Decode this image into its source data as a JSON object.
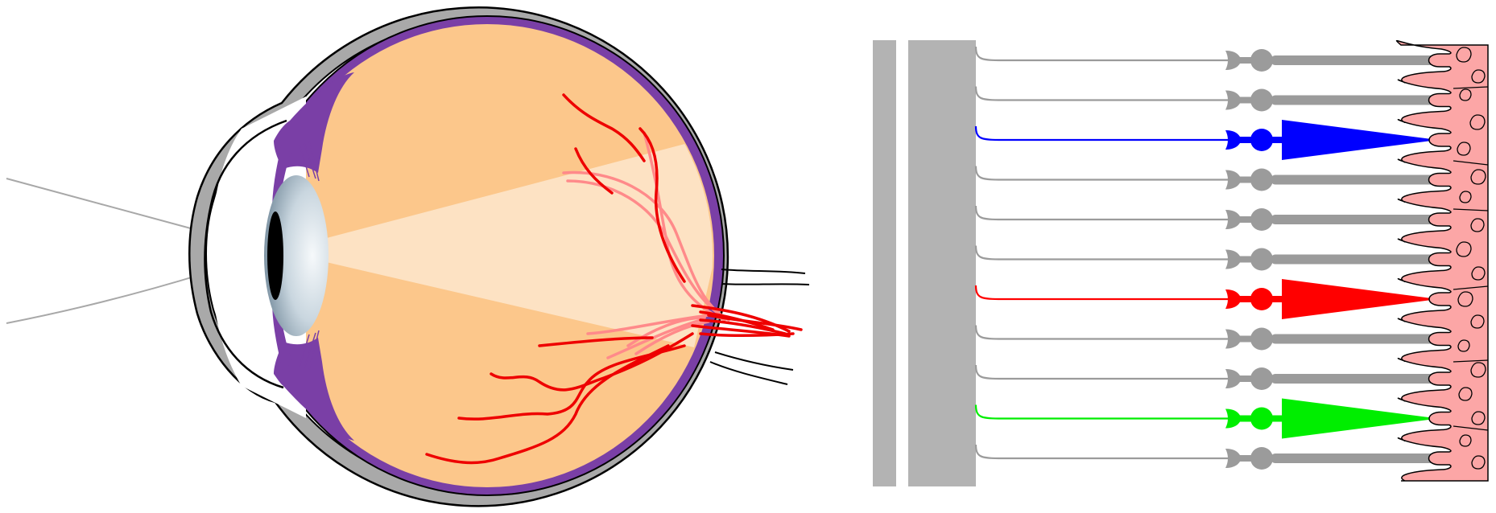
{
  "colors": {
    "sclera": "#a9a9a9",
    "sclera_stroke": "#000000",
    "vitreous": "#fcc78b",
    "choroid": "#7a3fa6",
    "lens_light": "#f4f7fa",
    "lens_dark": "#7d93a3",
    "pupil": "#000000",
    "light_cone": "#fde4c6",
    "vessel_dark": "#ee0000",
    "vessel_light": "#ff8a8a",
    "rod": "#9b9b9b",
    "cone_blue": "#0000ff",
    "cone_red": "#ff0000",
    "cone_green": "#00ee00",
    "layer_gray": "#b3b3b3",
    "epithelium": "#fca6a6"
  },
  "retina_rows": [
    {
      "kind": "rod",
      "color_key": "rod"
    },
    {
      "kind": "rod",
      "color_key": "rod"
    },
    {
      "kind": "cone",
      "color_key": "cone_blue"
    },
    {
      "kind": "rod",
      "color_key": "rod"
    },
    {
      "kind": "rod",
      "color_key": "rod"
    },
    {
      "kind": "rod",
      "color_key": "rod"
    },
    {
      "kind": "cone",
      "color_key": "cone_red"
    },
    {
      "kind": "rod",
      "color_key": "rod"
    },
    {
      "kind": "rod",
      "color_key": "rod"
    },
    {
      "kind": "cone",
      "color_key": "cone_green"
    },
    {
      "kind": "rod",
      "color_key": "rod"
    }
  ]
}
